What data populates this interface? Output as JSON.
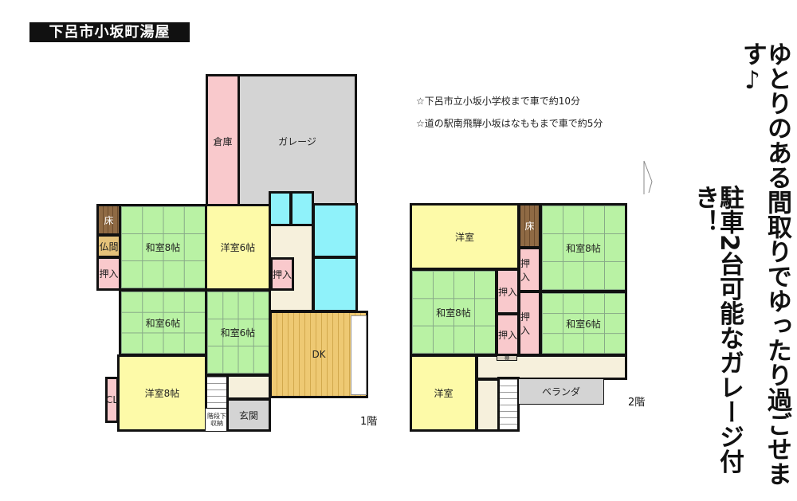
{
  "title": "下呂市小坂町湯屋",
  "notes": [
    "☆下呂市立小坂小学校まで車で約10分",
    "☆道の駅南飛騨小坂はなももまで車で約5分"
  ],
  "catchphrases": [
    "ゆとりのある間取りでゆったり過ごせます♪",
    "駐車2台可能なガレージ付き！"
  ],
  "floor1": {
    "label": "1階",
    "rooms": {
      "storage": "倉庫",
      "garage": "ガレージ",
      "toko": "床",
      "butsuma": "仏間",
      "oshiire1": "押入",
      "washitsu8": "和室8帖",
      "youshitsu6": "洋室6帖",
      "oshiire2": "押入",
      "washitsu6a": "和室6帖",
      "washitsu6b": "和室6帖",
      "dk": "DK",
      "youshitsu8": "洋室8帖",
      "cl": "CL",
      "under_stairs": "階段下収納",
      "genkan": "玄関"
    }
  },
  "floor2": {
    "label": "2階",
    "rooms": {
      "youshitsu_a": "洋室",
      "toko": "床",
      "washitsu8a": "和室8帖",
      "oshiire_a": "押入",
      "oshiire_b": "押入",
      "washitsu8b": "和室8帖",
      "oshiire_c": "押入",
      "oshiire_d": "押入",
      "washitsu6": "和室6帖",
      "tana": "棚",
      "veranda": "ベランダ",
      "youshitsu_b": "洋室"
    }
  }
}
